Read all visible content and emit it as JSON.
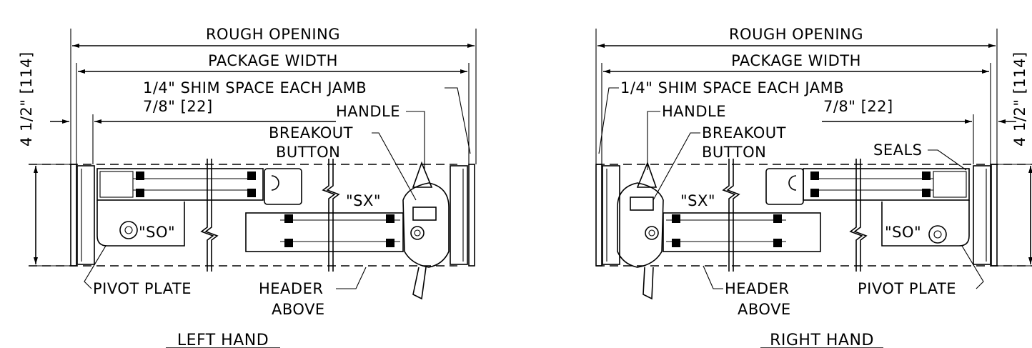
{
  "left": {
    "rough_opening": "ROUGH OPENING",
    "package_width": "PACKAGE WIDTH",
    "shim_space": "1/4\" SHIM SPACE EACH JAMB",
    "offset": "7/8\" [22]",
    "handle": "HANDLE",
    "breakout_line1": "BREAKOUT",
    "breakout_line2": "BUTTON",
    "sx": "\"SX\"",
    "so": "\"SO\"",
    "pivot_plate": "PIVOT PLATE",
    "header_line1": "HEADER",
    "header_line2": "ABOVE",
    "title": "LEFT HAND",
    "depth_dim": "4 1/2\" [114]"
  },
  "right": {
    "rough_opening": "ROUGH OPENING",
    "package_width": "PACKAGE WIDTH",
    "shim_space": "1/4\" SHIM SPACE EACH JAMB",
    "offset": "7/8\" [22]",
    "handle": "HANDLE",
    "breakout_line1": "BREAKOUT",
    "breakout_line2": "BUTTON",
    "seals": "SEALS",
    "sx": "\"SX\"",
    "so": "\"SO\"",
    "pivot_plate": "PIVOT PLATE",
    "header_line1": "HEADER",
    "header_line2": "ABOVE",
    "title": "RIGHT HAND",
    "depth_dim": "4 1/2\" [114]"
  }
}
